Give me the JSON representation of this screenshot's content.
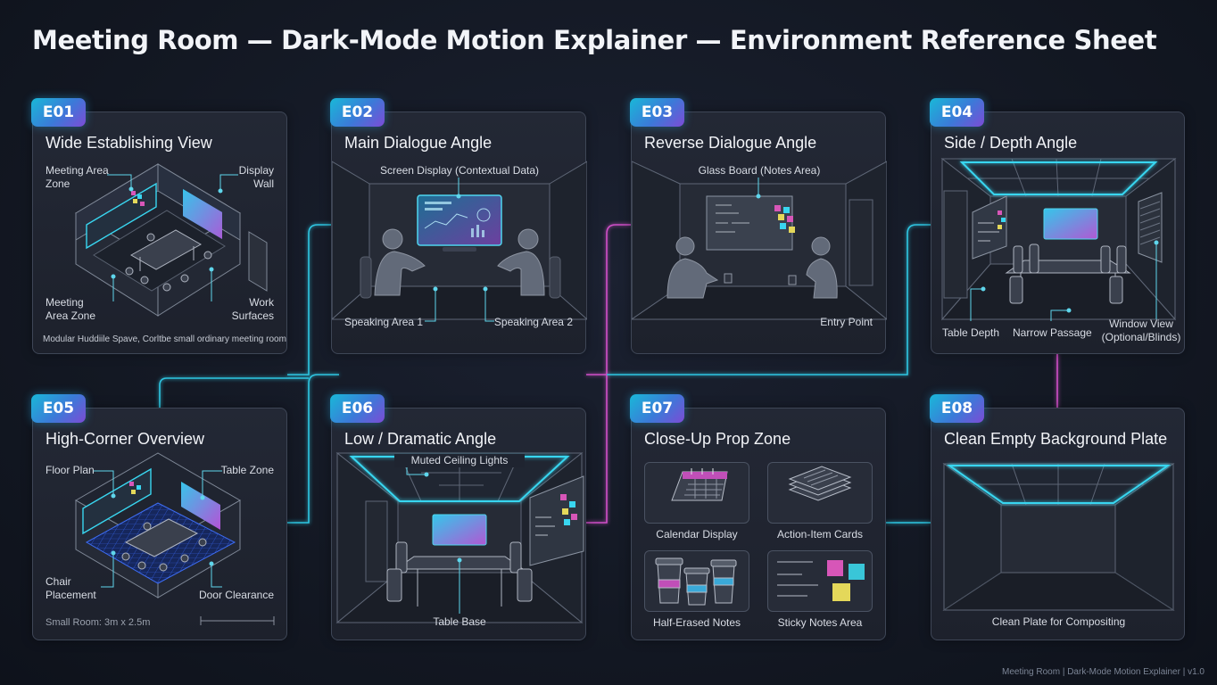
{
  "title": "Meeting Room — Dark-Mode Motion Explainer — Environment Reference Sheet",
  "footer": "Meeting Room | Dark-Mode Motion Explainer | v1.0",
  "colors": {
    "accent_cyan": "#2fd0e6",
    "accent_magenta": "#d04fc8",
    "panel_border": "#3e4656",
    "background": "#131823"
  },
  "panels": [
    {
      "id": "E01",
      "title": "Wide Establishing View",
      "labels": {
        "meeting_area_zone": "Meeting Area\nZone",
        "display_wall": "Display\nWall",
        "meeting_area_zone_2": "Meeting\nArea Zone",
        "work_surfaces": "Work\nSurfaces"
      },
      "caption": "Modular Huddiile Spave, Corltbe small ordinary meeting room"
    },
    {
      "id": "E02",
      "title": "Main Dialogue Angle",
      "labels": {
        "screen_display": "Screen Display (Contextual Data)",
        "speaking_area_1": "Speaking Area 1",
        "speaking_area_2": "Speaking Area 2"
      }
    },
    {
      "id": "E03",
      "title": "Reverse Dialogue Angle",
      "labels": {
        "glass_board": "Glass Board (Notes Area)",
        "entry_point": "Entry Point"
      }
    },
    {
      "id": "E04",
      "title": "Side / Depth Angle",
      "labels": {
        "table_depth": "Table Depth",
        "narrow_passage": "Narrow Passage",
        "window_view": "Window View\n(Optional/Blinds)"
      }
    },
    {
      "id": "E05",
      "title": "High-Corner Overview",
      "labels": {
        "floor_plan": "Floor Plan",
        "table_zone": "Table Zone",
        "chair_placement": "Chair\nPlacement",
        "door_clearance": "Door Clearance"
      },
      "scale": "Small Room: 3m x 2.5m"
    },
    {
      "id": "E06",
      "title": "Low / Dramatic Angle",
      "labels": {
        "muted_ceiling_lights": "Muted Ceiling Lights",
        "table_base": "Table Base"
      }
    },
    {
      "id": "E07",
      "title": "Close-Up Prop Zone",
      "props": [
        "Calendar Display",
        "Action-Item Cards",
        "Half-Erased Notes",
        "Sticky Notes Area"
      ]
    },
    {
      "id": "E08",
      "title": "Clean Empty Background Plate",
      "labels": {
        "clean_plate": "Clean Plate for Compositing"
      }
    }
  ]
}
